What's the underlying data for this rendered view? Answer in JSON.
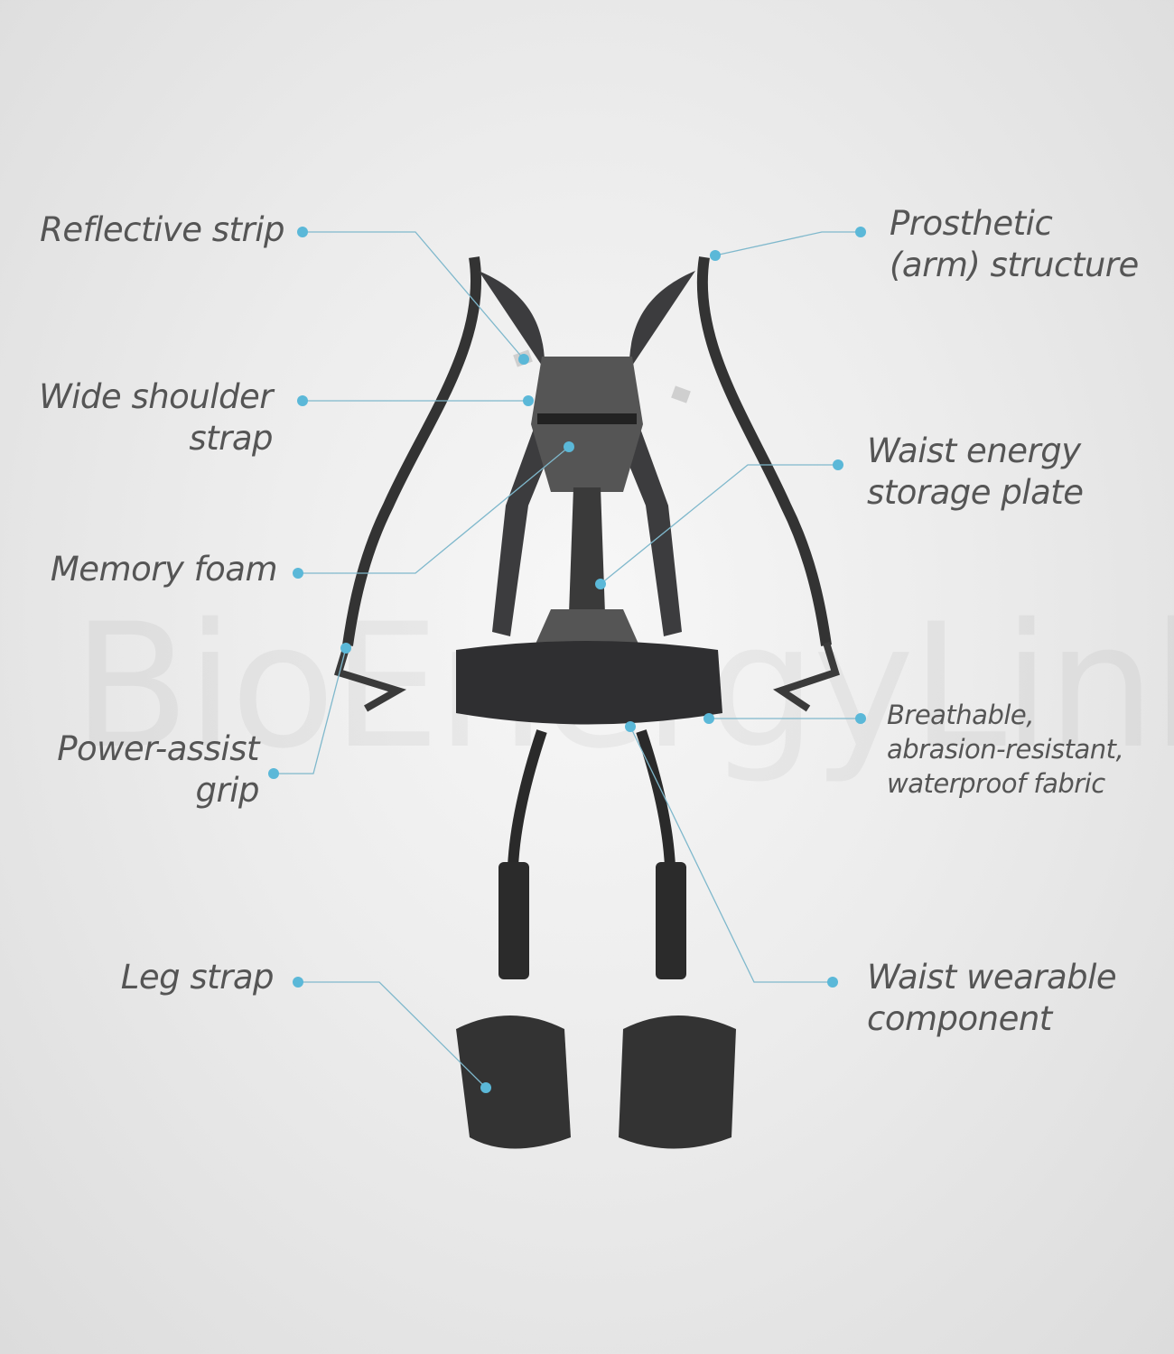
{
  "watermark": "BioEnergyLink",
  "accent_color": "#5bb8d8",
  "device_color": "#2e2e30",
  "labels": {
    "reflective_strip": "Reflective strip",
    "prosthetic_line1": "Prosthetic",
    "prosthetic_line2": "(arm) structure",
    "wide_shoulder_line1": "Wide shoulder",
    "wide_shoulder_line2": "strap",
    "waist_plate_line1": "Waist energy",
    "waist_plate_line2": "storage plate",
    "memory_foam": "Memory foam",
    "power_assist_line1": "Power-assist",
    "power_assist_line2": "grip",
    "fabric_line1": "Breathable,",
    "fabric_line2": "abrasion-resistant,",
    "fabric_line3": "waterproof fabric",
    "leg_strap": "Leg strap",
    "waist_wearable_line1": "Waist wearable",
    "waist_wearable_line2": "component"
  }
}
